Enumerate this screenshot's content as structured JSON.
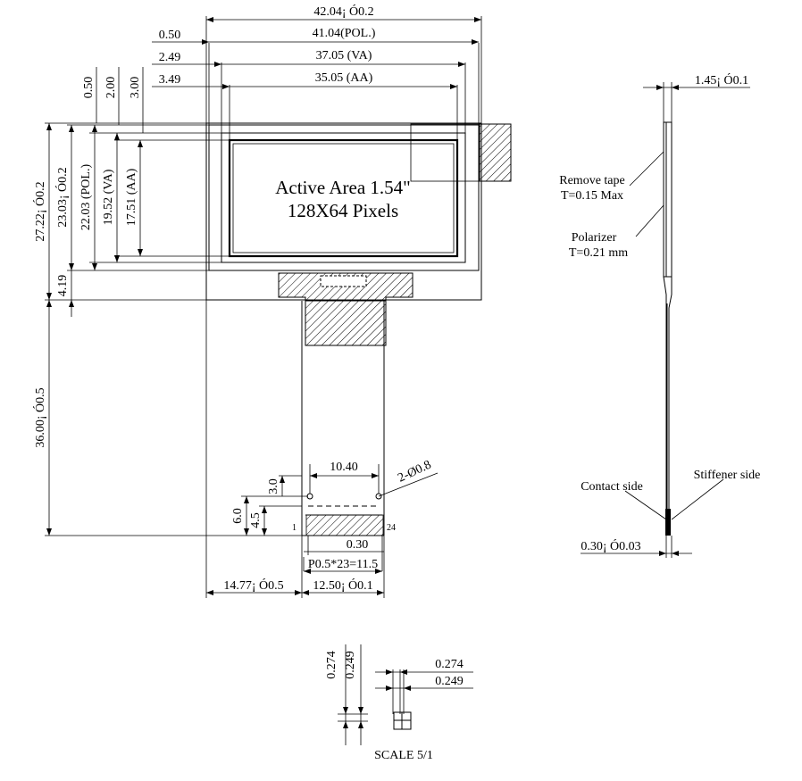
{
  "drawing": {
    "active_area_title": "Active Area 1.54\"",
    "active_area_pixels": "128X64 Pixels",
    "horizontal_dims": {
      "overall": "42.04¡ Ó0.2",
      "pol": "41.04(POL.)",
      "va": "37.05 (VA)",
      "aa": "35.05 (AA)",
      "off_050": "0.50",
      "off_249": "2.49",
      "off_349": "3.49"
    },
    "vertical_dims": {
      "off_050": "0.50",
      "off_200": "2.00",
      "off_300": "3.00",
      "overall": "27.22¡ Ó0.2",
      "pol": "23.03¡ Ó0.2",
      "pol_label": "22.03 (POL.)",
      "va": "19.52 (VA)",
      "aa": "17.51 (AA)",
      "bottom_419": "4.19",
      "tail_length": "36.00¡ Ó0.5"
    },
    "connector": {
      "hole_spacing": "10.40",
      "holes": "2-Ø0.8",
      "dim_30": "3.0",
      "dim_60": "6.0",
      "dim_45": "4.5",
      "pin_first": "1",
      "pin_last": "24",
      "pin_width": "0.30",
      "pitch": "P0.5*23=11.5",
      "left_offset": "14.77¡ Ó0.5",
      "width": "12.50¡ Ó0.1"
    },
    "side_view": {
      "thickness": "1.45¡ Ó0.1",
      "remove_tape_label": "Remove tape",
      "remove_tape_value": "T=0.15 Max",
      "polarizer_label": "Polarizer",
      "polarizer_value": "T=0.21 mm",
      "contact_side": "Contact side",
      "stiffener_side": "Stiffener side",
      "fpc_thickness": "0.30¡ Ó0.03"
    },
    "pixel_detail": {
      "v_274": "0.274",
      "v_249": "0.249",
      "h_274": "0.274",
      "h_249": "0.249",
      "scale": "SCALE 5/1"
    }
  }
}
